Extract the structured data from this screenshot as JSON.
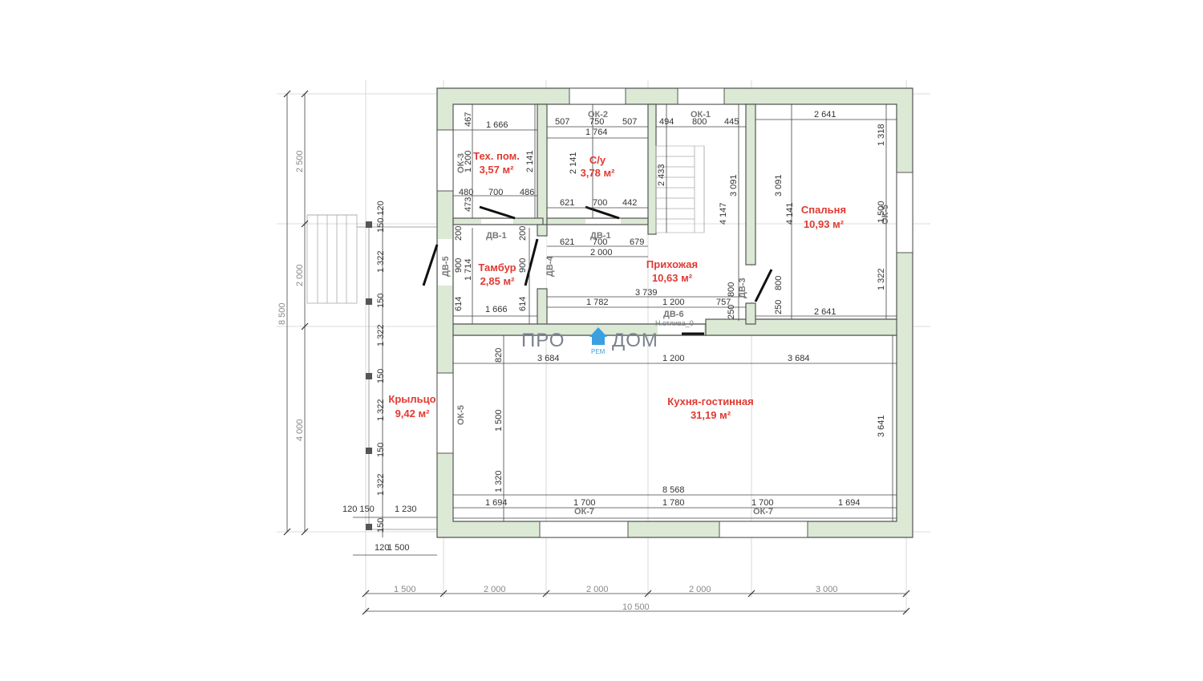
{
  "logo": {
    "part1": "ПРО",
    "part2": "ДОМ",
    "sub": "РЕМ",
    "house_color": "#3aa0e0"
  },
  "rooms": [
    {
      "id": "tech",
      "name": "Тех. пом.",
      "area": "3,57 м²"
    },
    {
      "id": "wc",
      "name": "С/у",
      "area": "3,78 м²"
    },
    {
      "id": "bedroom",
      "name": "Спальня",
      "area": "10,93 м²"
    },
    {
      "id": "vestibule",
      "name": "Тамбур",
      "area": "2,85 м²"
    },
    {
      "id": "hall",
      "name": "Прихожая",
      "area": "10,63 м²"
    },
    {
      "id": "porch",
      "name": "Крыльцо",
      "area": "9,42 м²"
    },
    {
      "id": "kitchen",
      "name": "Кухня-гостинная",
      "area": "31,19 м²"
    }
  ],
  "openings": {
    "ok1": "ОК-1",
    "ok2": "ОК-2",
    "ok3": "ОК-3",
    "ok5a": "ОК-5",
    "ok5b": "ОК-5",
    "ok7a": "ОК-7",
    "ok7b": "ОК-7",
    "dv1a": "ДВ-1",
    "dv1b": "ДВ-1",
    "dv3": "ДВ-3",
    "dv4": "ДВ-4",
    "dv5": "ДВ-5",
    "dv6": "ДВ-6",
    "sill": "Н.отлива_0"
  },
  "dims": {
    "bottom_axis": [
      "1 500",
      "2 000",
      "2 000",
      "2 000",
      "3 000"
    ],
    "bottom_total": "10 500",
    "left_axis": [
      "2 500",
      "2 000",
      "4 000"
    ],
    "left_total": "8 500",
    "tech_w": "1 666",
    "tech_467": "467",
    "tech_1200": "1 200",
    "tech_h": "2 141",
    "tech_480": "480",
    "tech_700": "700",
    "tech_486": "486",
    "tech_473": "473",
    "wc_507a": "507",
    "wc_750": "750",
    "wc_507b": "507",
    "wc_w": "1 764",
    "wc_h": "2 141",
    "wc_621": "621",
    "wc_700": "700",
    "wc_442": "442",
    "st_494": "494",
    "st_800": "800",
    "st_445": "445",
    "st_2433": "2 433",
    "st_3091": "3 091",
    "st_4147": "4 147",
    "bed_w_top": "2 641",
    "bed_1318": "1 318",
    "bed_3091": "3 091",
    "bed_4141": "4 141",
    "bed_1500": "1 500",
    "bed_1322": "1 322",
    "bed_800": "800",
    "bed_250": "250",
    "bed_w_bot": "2 641",
    "vb_200a": "200",
    "vb_200b": "200",
    "vb_900a": "900",
    "vb_1714": "1 714",
    "vb_900b": "900",
    "vb_614a": "614",
    "vb_614b": "614",
    "vb_1666": "1 666",
    "h_621": "621",
    "h_700": "700",
    "h_679": "679",
    "h_2000": "2 000",
    "h_3739": "3 739",
    "h_1782": "1 782",
    "h_1200": "1 200",
    "h_757": "757",
    "h_800": "800",
    "h_250": "250",
    "k_820": "820",
    "k_3684a": "3 684",
    "k_1200": "1 200",
    "k_3684b": "3 684",
    "k_1500": "1 500",
    "k_1320": "1 320",
    "k_3641": "3 641",
    "k_8568": "8 568",
    "k_1694a": "1 694",
    "k_1700a": "1 700",
    "k_1780": "1 780",
    "k_1700b": "1 700",
    "k_1694b": "1 694",
    "p_150_120": "150 120",
    "p_1322a": "1 322",
    "p_150a": "150",
    "p_1322b": "1 322",
    "p_150b": "150",
    "p_1322c": "1 322",
    "p_150c": "150",
    "p_1322d": "1 322",
    "p_120_150": "120 150",
    "p_1230": "1 230",
    "p_150d": "150",
    "p_120": "120",
    "p_1500": "1 500"
  }
}
